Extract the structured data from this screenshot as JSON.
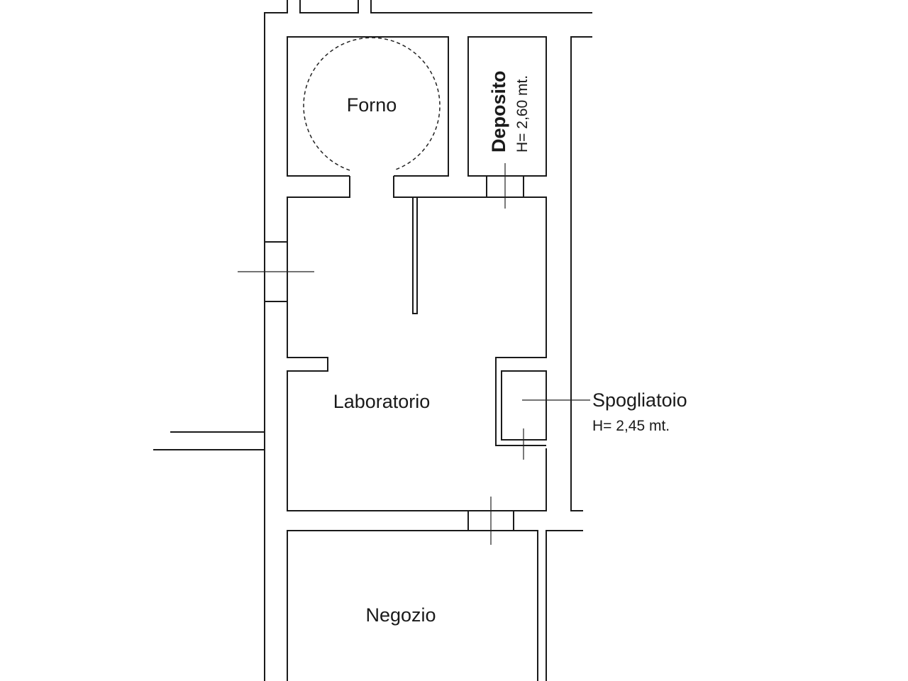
{
  "rooms": {
    "forno": {
      "name": "Forno"
    },
    "deposito": {
      "name": "Deposito",
      "height": "H= 2,60 mt."
    },
    "laboratorio": {
      "name": "Laboratorio"
    },
    "spogliatoio": {
      "name": "Spogliatoio",
      "height": "H= 2,45 mt."
    },
    "negozio": {
      "name": "Negozio"
    }
  }
}
